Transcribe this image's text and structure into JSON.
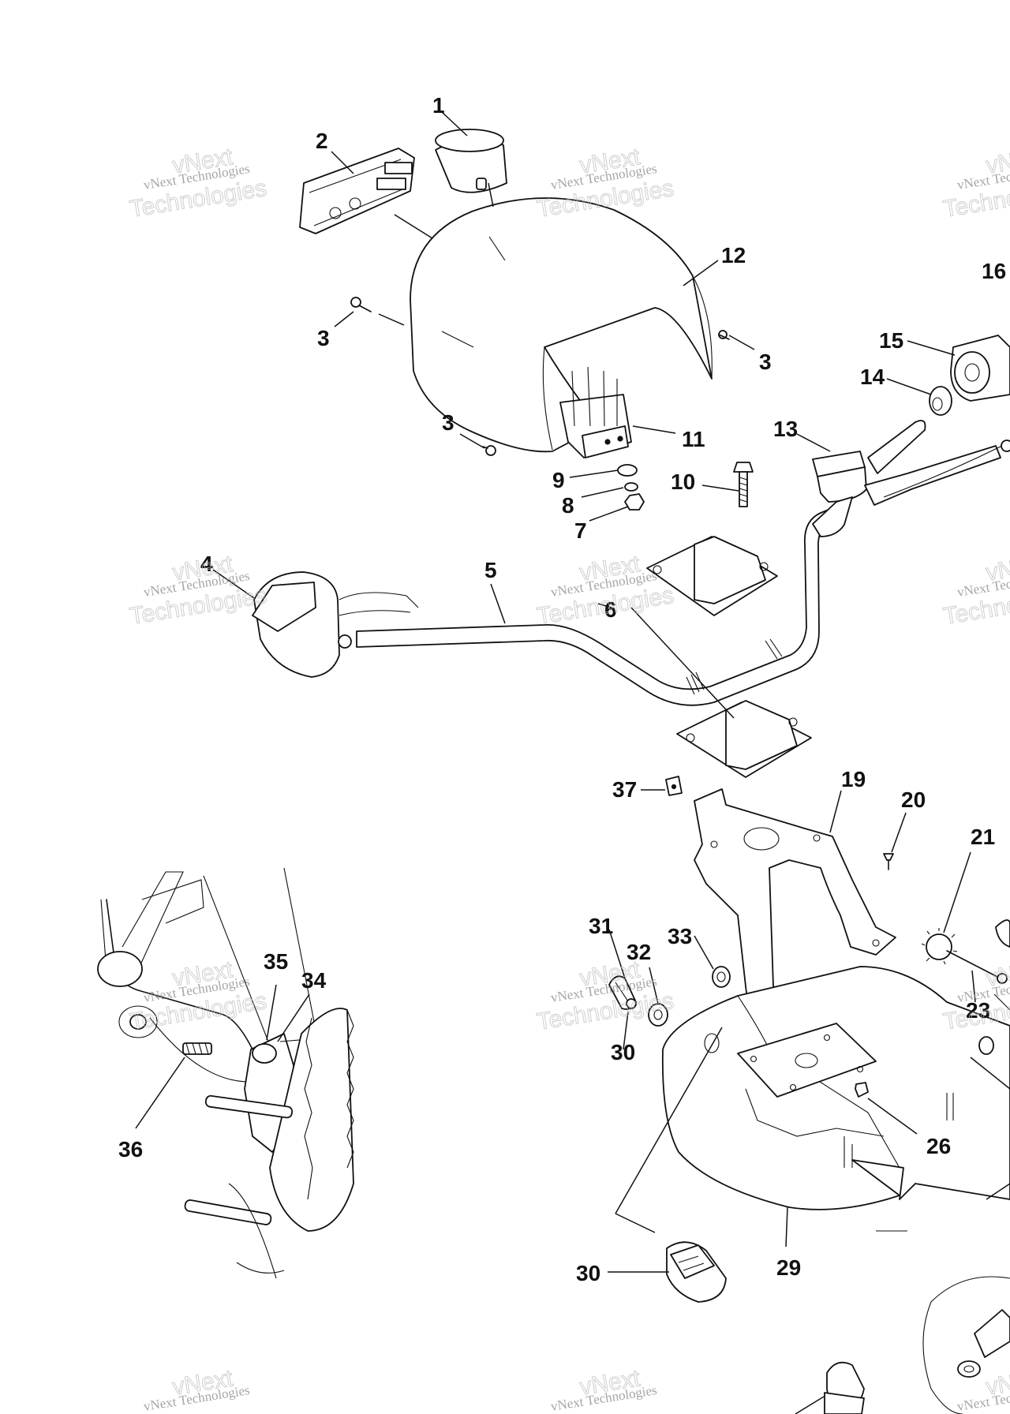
{
  "diagram": {
    "callouts": [
      "1",
      "2",
      "3",
      "3",
      "3",
      "3",
      "4",
      "5",
      "6",
      "7",
      "8",
      "9",
      "10",
      "11",
      "12",
      "13",
      "14",
      "15",
      "16",
      "19",
      "20",
      "21",
      "23",
      "26",
      "29",
      "30",
      "30",
      "31",
      "32",
      "33",
      "34",
      "35",
      "36",
      "37"
    ],
    "watermark": {
      "line1": "vNext Technologies",
      "line2": "vNext",
      "line3": "Technologies"
    }
  }
}
